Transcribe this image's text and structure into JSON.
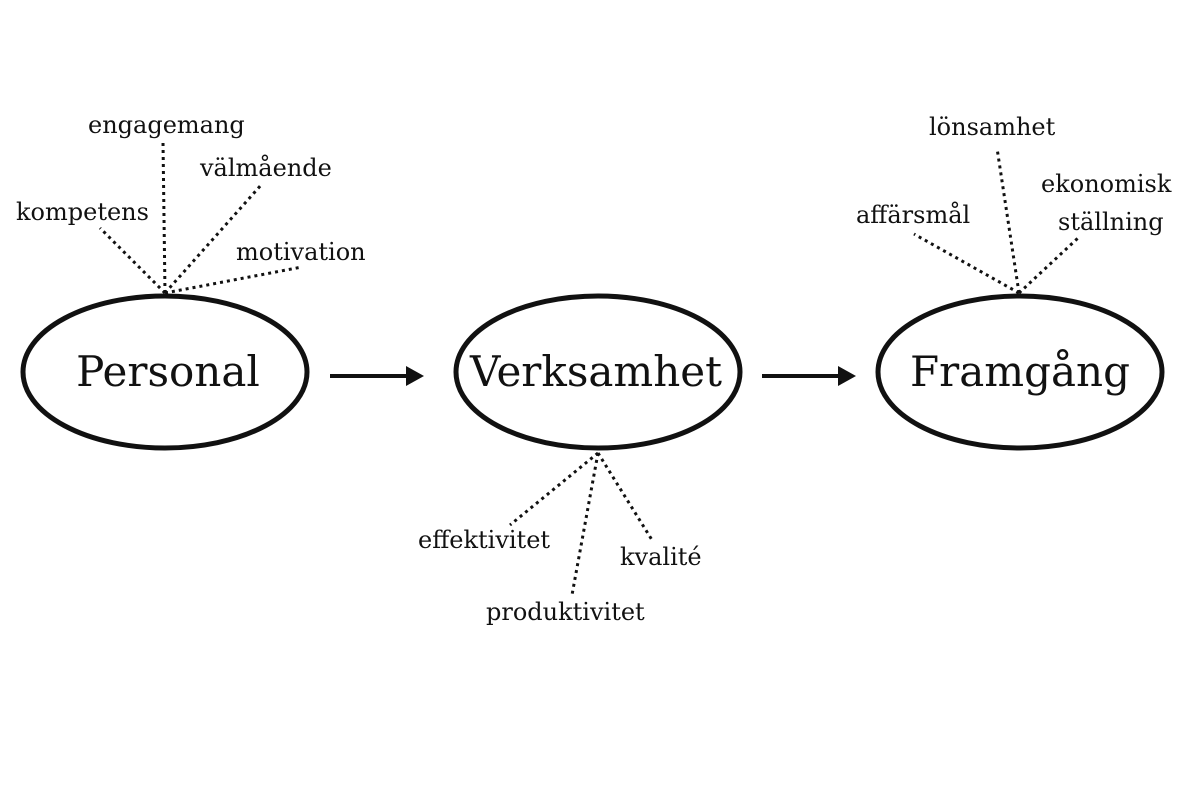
{
  "nodes": [
    {
      "id": "personal",
      "label": "Personal",
      "attributes": [
        "kompetens",
        "engagemang",
        "välmående",
        "motivation"
      ]
    },
    {
      "id": "verksamhet",
      "label": "Verksamhet",
      "attributes": [
        "effektivitet",
        "produktivitet",
        "kvalité"
      ]
    },
    {
      "id": "framgang",
      "label": "Framgång",
      "attributes": [
        "affärsmål",
        "lönsamhet",
        "ekonomisk",
        "ställning"
      ]
    }
  ],
  "flow": [
    "Personal",
    "Verksamhet",
    "Framgång"
  ],
  "colors": {
    "ink": "#111111",
    "background": "#ffffff"
  }
}
